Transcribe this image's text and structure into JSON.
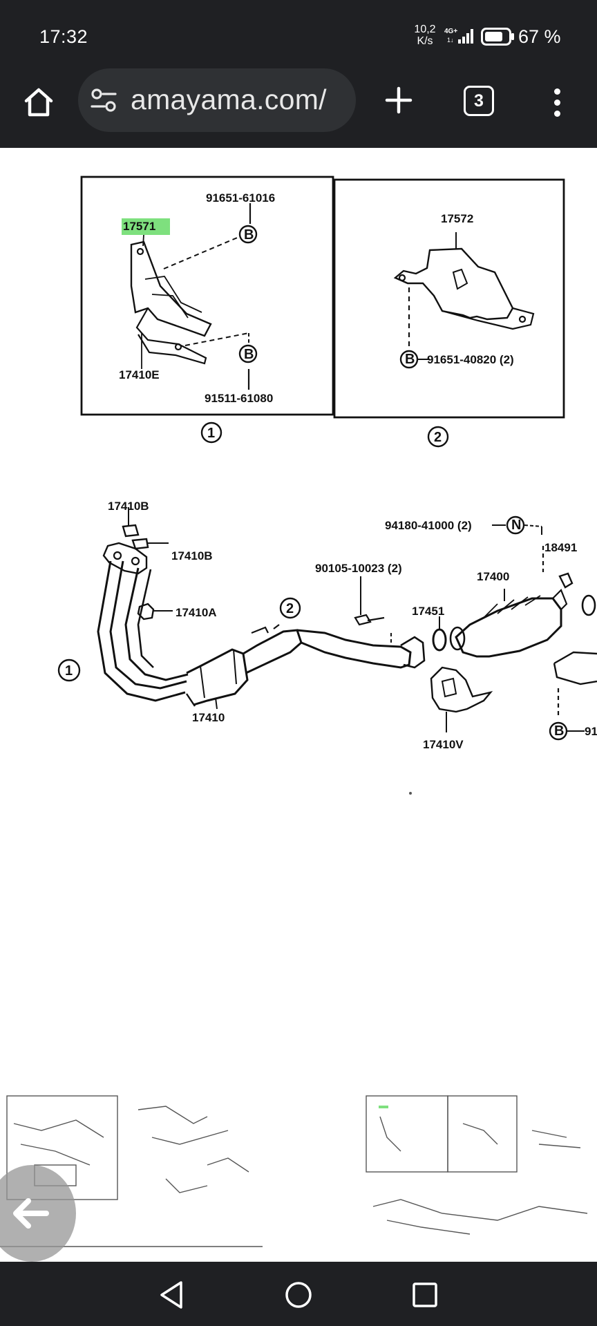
{
  "status_bar": {
    "time": "17:32",
    "net_speed_value": "10,2",
    "net_speed_unit": "K/s",
    "network_type": "4G+",
    "battery_percent": "67 %"
  },
  "browser": {
    "url": "amayama.com/",
    "tab_count": "3",
    "icons": {
      "home": "home-icon",
      "site_info": "tune-icon",
      "new_tab": "plus-icon",
      "tabs": "tab-switcher-icon",
      "menu": "more-vert-icon"
    }
  },
  "diagram": {
    "highlight_color": "#7ee07e",
    "box1": {
      "parts": {
        "p1": "91651-61016",
        "p2": "17571",
        "p3": "17410E",
        "p4": "91511-61080"
      },
      "marker_b": "B",
      "caption": "①"
    },
    "box2": {
      "parts": {
        "p1": "17572",
        "p2": "91651-40820 (2)"
      },
      "marker_b": "B",
      "caption": "②"
    },
    "main": {
      "parts": {
        "p17410B_top": "17410B",
        "p17410B": "17410B",
        "p17410A": "17410A",
        "p17410": "17410",
        "p90105": "90105-10023 (2)",
        "p17451": "17451",
        "p17400": "17400",
        "p94180": "94180-41000 (2)",
        "p18491": "18491",
        "p17410V": "17410V",
        "p91_cut": "91"
      },
      "marker_n": "N",
      "marker_b": "B",
      "callout1": "①",
      "callout2": "②"
    }
  },
  "gesture": {
    "back_icon": "arrow-back-icon"
  },
  "nav_bar": {
    "back": "triangle-back-icon",
    "home": "circle-home-icon",
    "recents": "square-recents-icon"
  }
}
